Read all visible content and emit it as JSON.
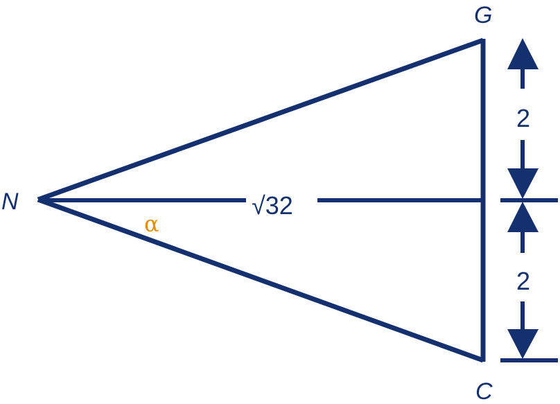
{
  "diagram": {
    "vertices": {
      "n": "N",
      "g": "G",
      "c": "C"
    },
    "altitude_label": "√32",
    "angle_label": "α",
    "dimension_upper": "2",
    "dimension_lower": "2",
    "colors": {
      "line": "#15306e",
      "angle": "#e0900a",
      "background": "#ffffff"
    }
  }
}
